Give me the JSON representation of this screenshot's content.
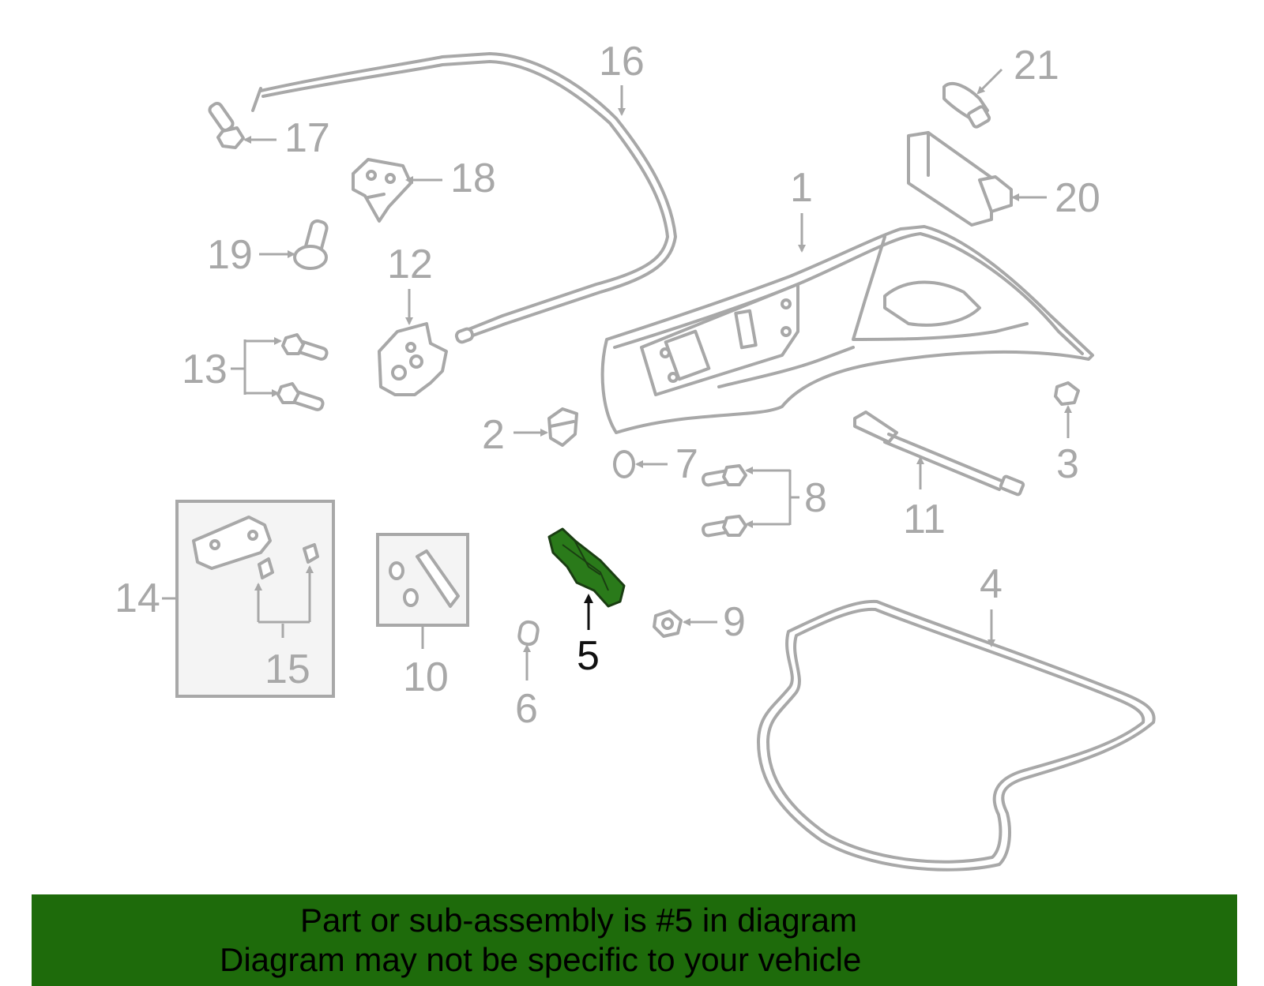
{
  "diagram": {
    "highlighted_part": "5",
    "highlight_color": "#2a7a1a",
    "part_color": "#a8a8a8",
    "labels": {
      "p1": "1",
      "p2": "2",
      "p3": "3",
      "p4": "4",
      "p5": "5",
      "p6": "6",
      "p7": "7",
      "p8": "8",
      "p9": "9",
      "p10": "10",
      "p11": "11",
      "p12": "12",
      "p13": "13",
      "p14": "14",
      "p15": "15",
      "p16": "16",
      "p17": "17",
      "p18": "18",
      "p19": "19",
      "p20": "20",
      "p21": "21"
    }
  },
  "banner": {
    "background": "#1e6b0b",
    "line1": "Part or sub-assembly is #5 in diagram",
    "line2": "Diagram may not be specific to your vehicle"
  }
}
